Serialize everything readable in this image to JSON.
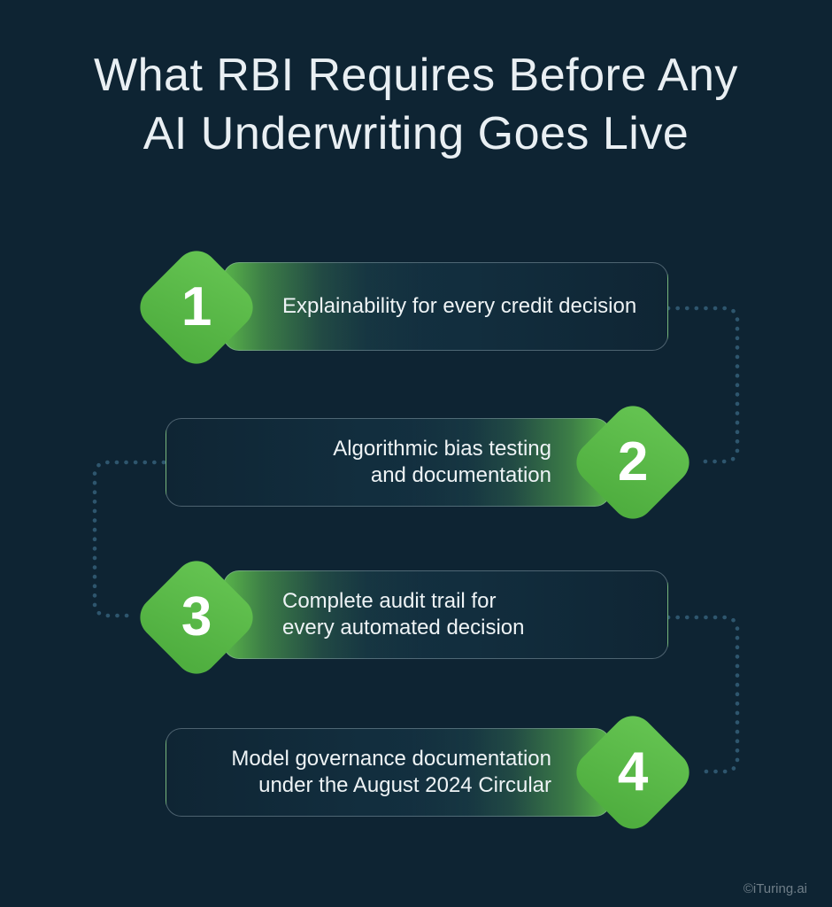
{
  "title": {
    "line1": "What RBI Requires Before Any",
    "line2": "AI Underwriting Goes Live"
  },
  "steps": [
    {
      "number": "1",
      "lines": [
        "Explainability for every credit decision"
      ],
      "diamond_side": "left"
    },
    {
      "number": "2",
      "lines": [
        "Algorithmic bias testing",
        "and documentation"
      ],
      "diamond_side": "right"
    },
    {
      "number": "3",
      "lines": [
        "Complete audit trail for",
        "every automated decision"
      ],
      "diamond_side": "left"
    },
    {
      "number": "4",
      "lines": [
        "Model governance documentation",
        "under the August 2024 Circular"
      ],
      "diamond_side": "right"
    }
  ],
  "footer": {
    "credit": "©iTuring.ai"
  },
  "colors": {
    "background": "#0e2433",
    "accent_green": "#5cba4a",
    "connector_dots": "#2e566e",
    "card_border": "rgba(170,190,200,0.40)",
    "title_text": "#e9eff3",
    "card_text": "#eef3f5",
    "footer_text": "#6f7e88"
  }
}
